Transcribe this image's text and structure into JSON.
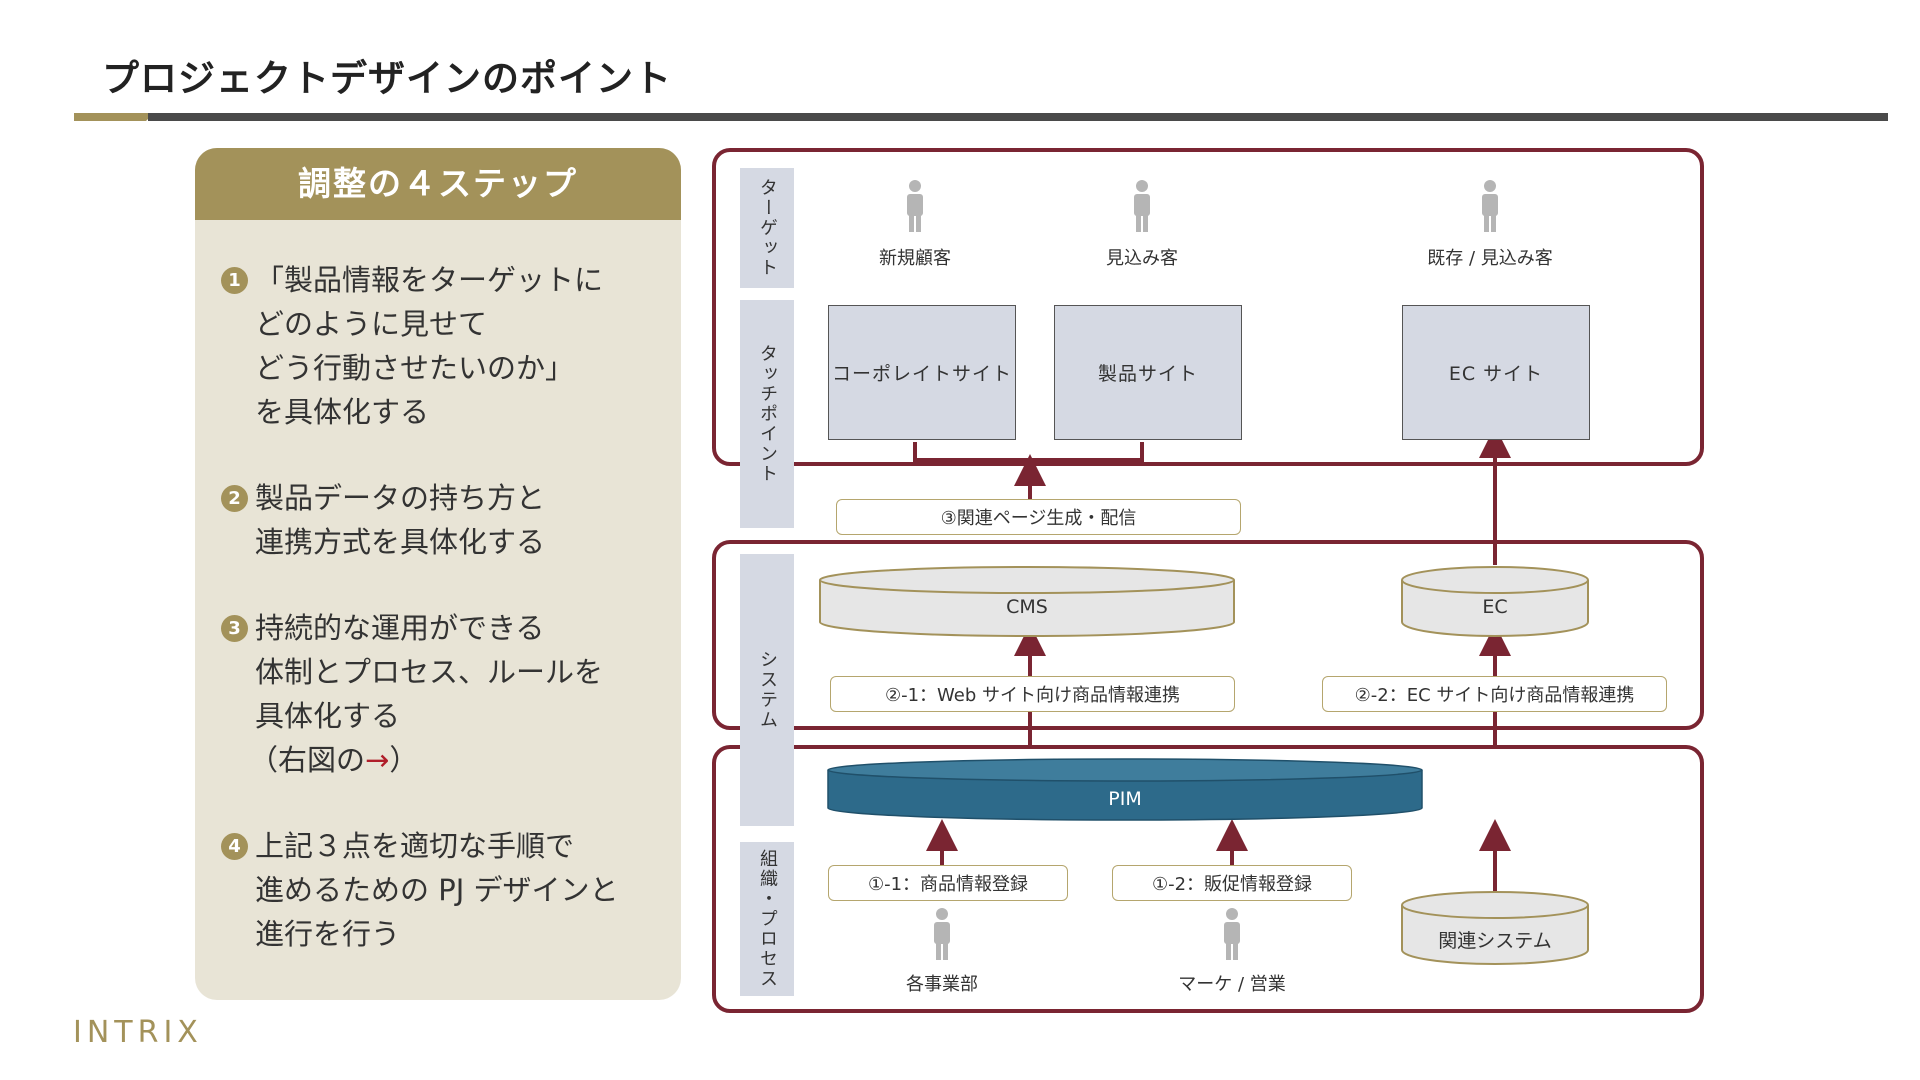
{
  "page": {
    "title": "プロジェクトデザインのポイント",
    "logo": "INTRIX"
  },
  "steps": {
    "header": "調整の４ステップ",
    "items": [
      {
        "num": "1",
        "lines": [
          "「製品情報をターゲットに",
          "どのように見せて",
          "どう行動させたいのか」",
          "を具体化する"
        ]
      },
      {
        "num": "2",
        "lines": [
          "製品データの持ち方と",
          "連携方式を具体化する"
        ]
      },
      {
        "num": "3",
        "lines": [
          "持続的な運用ができる",
          "体制とプロセス、ルールを",
          "具体化する",
          "（右図の"
        ],
        "arrow": "→",
        "tail": "）"
      },
      {
        "num": "4",
        "lines": [
          "上記３点を適切な手順で",
          "進めるための PJ デザインと",
          "進行を行う"
        ]
      }
    ]
  },
  "diagram": {
    "lanes": {
      "target": "ターゲット",
      "touchpoint": "タッチポイント",
      "system": "システム",
      "org": "組織・プロセス"
    },
    "targets": [
      "新規顧客",
      "見込み客",
      "既存 / 見込み客"
    ],
    "touchpoints": [
      "コーポレイトサイト",
      "製品サイト",
      "EC サイト"
    ],
    "systems": {
      "cms": "CMS",
      "ec": "EC",
      "pim": "PIM",
      "related": "関連システム"
    },
    "processes": {
      "generate": "③関連ページ生成・配信",
      "web_sync": "②-1：Web サイト向け商品情報連携",
      "ec_sync": "②-2：EC サイト向け商品情報連携",
      "product_reg": "①-1：商品情報登録",
      "promo_reg": "①-2：販促情報登録"
    },
    "orgs": [
      "各事業部",
      "マーケ / 営業"
    ],
    "colors": {
      "frame": "#7a2532",
      "lane_fill": "#d5d9e3",
      "gold": "#a3925a",
      "pim": "#2d6a8a",
      "cylinder": "#e6e6e6"
    }
  }
}
